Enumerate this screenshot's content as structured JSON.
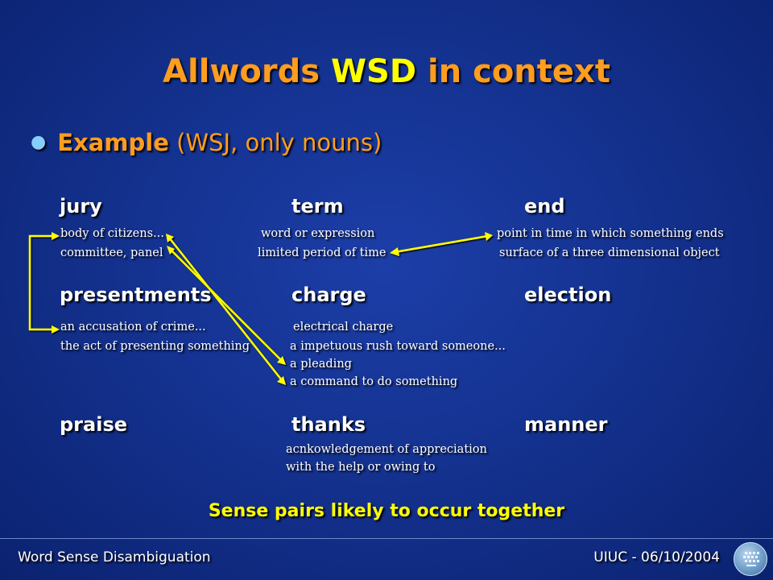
{
  "title": {
    "part1": "Allwords ",
    "part2": "WSD",
    "part3": " in context"
  },
  "bullet": {
    "strong": "Example",
    "rest": " (WSJ, only nouns)"
  },
  "words": [
    {
      "word": "jury",
      "senses": [
        "body of citizens...",
        "committee, panel"
      ]
    },
    {
      "word": "term",
      "senses": [
        "word or expression",
        "limited period of time"
      ]
    },
    {
      "word": "end",
      "senses": [
        "point in time in which something ends",
        "surface of a three dimensional object"
      ]
    },
    {
      "word": "presentments",
      "senses": [
        "an accusation of crime...",
        "the act of presenting something"
      ]
    },
    {
      "word": "charge",
      "senses": [
        "electrical charge",
        "a impetuous rush toward someone...",
        "a pleading",
        "a command to do something"
      ]
    },
    {
      "word": "election",
      "senses": []
    },
    {
      "word": "praise",
      "senses": []
    },
    {
      "word": "thanks",
      "senses": [
        "acnkowledgement of appreciation",
        "with the help or owing to"
      ]
    },
    {
      "word": "manner",
      "senses": []
    }
  ],
  "caption": "Sense pairs likely to occur together",
  "footer": {
    "left": "Word Sense Disambiguation",
    "right": "UIUC - 06/10/2004"
  },
  "colors": {
    "accent_orange": "#ff9d1f",
    "highlight_yellow": "#ffff00",
    "background_blue": "#143290"
  },
  "icons": {
    "logo": "university-seal-icon"
  }
}
